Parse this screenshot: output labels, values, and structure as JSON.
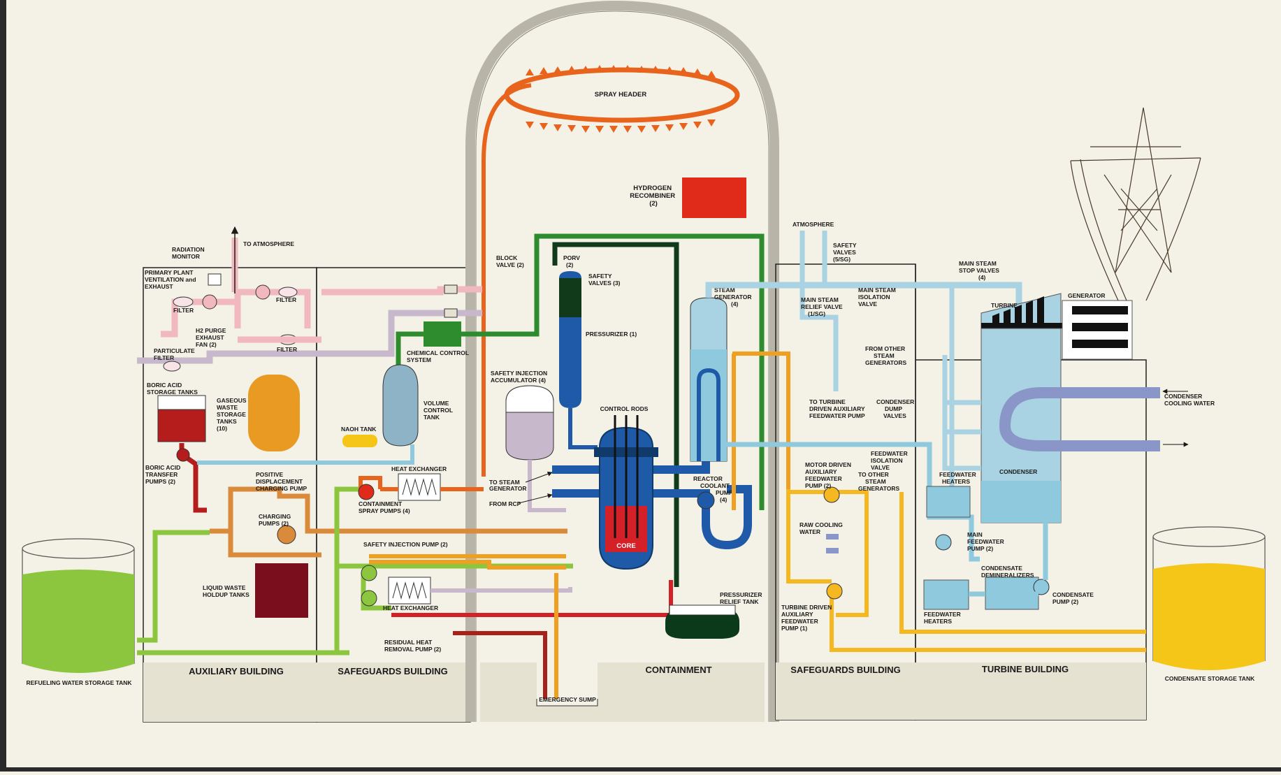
{
  "colors": {
    "background": "#f4f1e6",
    "primary_coolant": "#1e5aa8",
    "core": "#d42027",
    "steam": "#a9d3e2",
    "feedwater": "#8ec9de",
    "safety_injection": "#f0a020",
    "spray": "#e8641c",
    "boric_acid": "#b51c1c",
    "refueling_water": "#8cc63f",
    "condensate": "#f5c518",
    "ventilation": "#f2b8c0",
    "letdown": "#c8b8cc",
    "chemical_control": "#2e8b2e",
    "gaseous_waste": "#e89a22",
    "liquid_waste": "#7a0e1c",
    "relief_tank": "#0a3a1a"
  },
  "buildings": {
    "auxiliary": "AUXILIARY BUILDING",
    "safeguards_left": "SAFEGUARDS BUILDING",
    "containment": "CONTAINMENT",
    "safeguards_right": "SAFEGUARDS BUILDING",
    "turbine": "TURBINE BUILDING"
  },
  "labels": {
    "spray_header": "SPRAY HEADER",
    "hydrogen_recombiner": [
      "HYDROGEN",
      "RECOMBINER",
      "(2)"
    ],
    "to_atmosphere": "TO ATMOSPHERE",
    "radiation_monitor": [
      "RADIATION",
      "MONITOR"
    ],
    "primary_plant_ventilation": [
      "PRIMARY PLANT",
      "VENTILATION and",
      "EXHAUST"
    ],
    "filter_left": "FILTER",
    "filter_mid": "FILTER",
    "filter_lower": "FILTER",
    "h2_purge_fan": [
      "H2 PURGE",
      "EXHAUST",
      "FAN (2)"
    ],
    "particulate_filter": [
      "PARTICULATE",
      "FILTER"
    ],
    "boric_acid_storage": [
      "BORIC ACID",
      "STORAGE TANKS"
    ],
    "gaseous_waste": [
      "GASEOUS",
      "WASTE",
      "STORAGE",
      "TANKS",
      "(10)"
    ],
    "boric_acid_transfer": [
      "BORIC ACID",
      "TRANSFER",
      "PUMPS (2)"
    ],
    "positive_displacement": [
      "POSITIVE",
      "DISPLACEMENT",
      "CHARGING PUMP"
    ],
    "charging_pumps": [
      "CHARGING",
      "PUMPS (2)"
    ],
    "liquid_waste": [
      "LIQUID WASTE",
      "HOLDUP TANKS"
    ],
    "refueling_tank": "REFUELING WATER STORAGE TANK",
    "chemical_control": [
      "CHEMICAL CONTROL",
      "SYSTEM"
    ],
    "volume_control": [
      "VOLUME",
      "CONTROL",
      "TANK"
    ],
    "naoh_tank": "NAOH TANK",
    "heat_exchanger_top": "HEAT EXCHANGER",
    "containment_spray_pumps": [
      "CONTAINMENT",
      "SPRAY PUMPS (4)"
    ],
    "safety_injection_pump": "SAFETY INJECTION PUMP (2)",
    "heat_exchanger_bottom": "HEAT EXCHANGER",
    "residual_heat": [
      "RESIDUAL HEAT",
      "REMOVAL PUMP (2)"
    ],
    "block_valve": [
      "BLOCK",
      "VALVE (2)"
    ],
    "porv": [
      "PORV",
      "(2)"
    ],
    "safety_valves_pzr": [
      "SAFETY",
      "VALVES (3)"
    ],
    "pressurizer": "PRESSURIZER (1)",
    "si_accumulator": [
      "SAFETY INJECTION",
      "ACCUMULATOR (4)"
    ],
    "control_rods": "CONTROL RODS",
    "to_steam_generator": [
      "TO STEAM",
      "GENERATOR"
    ],
    "from_rcp": "FROM RCP",
    "core": "CORE",
    "reactor_coolant_pump": [
      "REACTOR",
      "COOLANT",
      "PUMP",
      "(4)"
    ],
    "steam_generator": [
      "STEAM",
      "GENERATOR",
      "(4)"
    ],
    "pressurizer_relief": [
      "PRESSURIZER",
      "RELIEF TANK"
    ],
    "emergency_sump": "EMERGENCY SUMP",
    "atmosphere": "ATMOSPHERE",
    "safety_valves_sg": [
      "SAFETY",
      "VALVES",
      "(5/SG)"
    ],
    "main_steam_relief": [
      "MAIN STEAM",
      "RELIEF VALVE",
      "(1/SG)"
    ],
    "main_steam_isolation": [
      "MAIN STEAM",
      "ISOLATION",
      "VALVE"
    ],
    "main_steam_stop": [
      "MAIN STEAM",
      "STOP VALVES",
      "(4)"
    ],
    "turbine": "TURBINE",
    "generator": "GENERATOR",
    "to_turbine_aux": [
      "TO TURBINE",
      "DRIVEN AUXILIARY",
      "FEEDWATER PUMP"
    ],
    "from_other_sg": [
      "FROM OTHER",
      "STEAM",
      "GENERATORS"
    ],
    "condenser_dump": [
      "CONDENSER",
      "DUMP",
      "VALVES"
    ],
    "condenser_cooling": [
      "CONDENSER",
      "COOLING WATER"
    ],
    "feedwater_isolation": [
      "FEEDWATER",
      "ISOLATION",
      "VALVE"
    ],
    "motor_driven_aux": [
      "MOTOR DRIVEN",
      "AUXILIARY",
      "FEEDWATER",
      "PUMP (2)"
    ],
    "to_other_sg": [
      "TO OTHER",
      "STEAM",
      "GENERATORS"
    ],
    "feedwater_heaters_top": [
      "FEEDWATER",
      "HEATERS"
    ],
    "condenser": "CONDENSER",
    "raw_cooling": [
      "RAW COOLING",
      "WATER"
    ],
    "main_feedwater_pump": [
      "MAIN",
      "FEEDWATER",
      "PUMP (2)"
    ],
    "condensate_demin": [
      "CONDENSATE",
      "DEMINERALIZERS"
    ],
    "condensate_pump": [
      "CONDENSATE",
      "PUMP (2)"
    ],
    "feedwater_heaters_bottom": [
      "FEEDWATER",
      "HEATERS"
    ],
    "turbine_driven_aux": [
      "TURBINE DRIVEN",
      "AUXILIARY",
      "FEEDWATER",
      "PUMP (1)"
    ],
    "condensate_storage": "CONDENSATE STORAGE TANK"
  }
}
